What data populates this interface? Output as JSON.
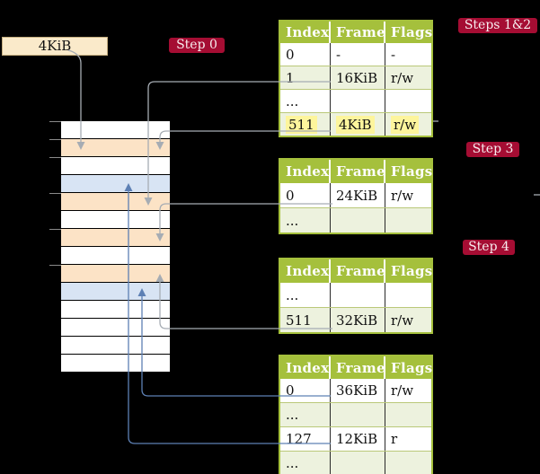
{
  "colors": {
    "background": "#000000",
    "table_green": "#a5c03c",
    "table_row_green": "#edf2de",
    "table_row_white": "#ffffff",
    "row_divider_olive": "#bac879",
    "cell_divider_dark": "#2a2a2a",
    "memory_peach": "#fce3c6",
    "memory_blue": "#d8e4f4",
    "memory_white": "#ffffff",
    "frame_label_bg": "#faeaca",
    "frame_label_border": "#c4ad7e",
    "badge_bg": "#a50d33",
    "badge_text": "#f7edef",
    "highlight_yellow": "#fdf59c",
    "connector_gray": "#a6acb3",
    "connector_blue": "#5d80b4",
    "tick_gray": "#8a8a8a",
    "header_text": "#fdfdfd",
    "cell_text": "#111111"
  },
  "frame_label": "4KiB",
  "badges": {
    "step0": "Step 0",
    "steps12": "Steps 1&2",
    "step3": "Step 3",
    "step4": "Step 4"
  },
  "page_tables": [
    {
      "name": "table-1",
      "headers": [
        "Index",
        "Frame",
        "Flags"
      ],
      "rows": [
        {
          "cells": [
            "0",
            "-",
            "-"
          ],
          "shade": "white",
          "highlight": false
        },
        {
          "cells": [
            "1",
            "16KiB",
            "r/w"
          ],
          "shade": "green",
          "highlight": false
        },
        {
          "cells": [
            "...",
            "",
            ""
          ],
          "shade": "white",
          "highlight": false
        },
        {
          "cells": [
            "511",
            "4KiB",
            "r/w"
          ],
          "shade": "green",
          "highlight": true
        }
      ]
    },
    {
      "name": "table-2",
      "headers": [
        "Index",
        "Frame",
        "Flags"
      ],
      "rows": [
        {
          "cells": [
            "0",
            "24KiB",
            "r/w"
          ],
          "shade": "white",
          "highlight": false
        },
        {
          "cells": [
            "...",
            "",
            ""
          ],
          "shade": "green",
          "highlight": false
        }
      ]
    },
    {
      "name": "table-3",
      "headers": [
        "Index",
        "Frame",
        "Flags"
      ],
      "rows": [
        {
          "cells": [
            "...",
            "",
            ""
          ],
          "shade": "white",
          "highlight": false
        },
        {
          "cells": [
            "511",
            "32KiB",
            "r/w"
          ],
          "shade": "green",
          "highlight": false
        }
      ]
    },
    {
      "name": "table-4",
      "headers": [
        "Index",
        "Frame",
        "Flags"
      ],
      "rows": [
        {
          "cells": [
            "0",
            "36KiB",
            "r/w"
          ],
          "shade": "white",
          "highlight": false
        },
        {
          "cells": [
            "...",
            "",
            ""
          ],
          "shade": "green",
          "highlight": false
        },
        {
          "cells": [
            "127",
            "12KiB",
            "r"
          ],
          "shade": "white",
          "highlight": false
        },
        {
          "cells": [
            "...",
            "",
            ""
          ],
          "shade": "green",
          "highlight": false
        }
      ]
    }
  ],
  "memory": {
    "rows": [
      "white",
      "peach",
      "white",
      "blue",
      "peach",
      "white",
      "peach",
      "white",
      "peach",
      "blue",
      "white",
      "white",
      "white",
      "white"
    ],
    "ticks_at_rows": [
      0,
      1,
      2,
      4,
      6,
      8
    ]
  },
  "connections": [
    {
      "from": "frame-size-label",
      "to": "memory-row-2",
      "color": "gray"
    },
    {
      "from": "table-1-row-1",
      "to": "memory-row-5",
      "color": "gray"
    },
    {
      "from": "table-1-row-511",
      "to": "memory-row-2",
      "color": "gray"
    },
    {
      "from": "table-2-row-0",
      "to": "memory-row-7",
      "color": "gray"
    },
    {
      "from": "table-3-row-511",
      "to": "memory-row-9",
      "color": "gray"
    },
    {
      "from": "table-4-row-0",
      "to": "memory-row-10",
      "color": "blue"
    },
    {
      "from": "table-4-row-127",
      "to": "memory-row-4",
      "color": "blue"
    }
  ]
}
